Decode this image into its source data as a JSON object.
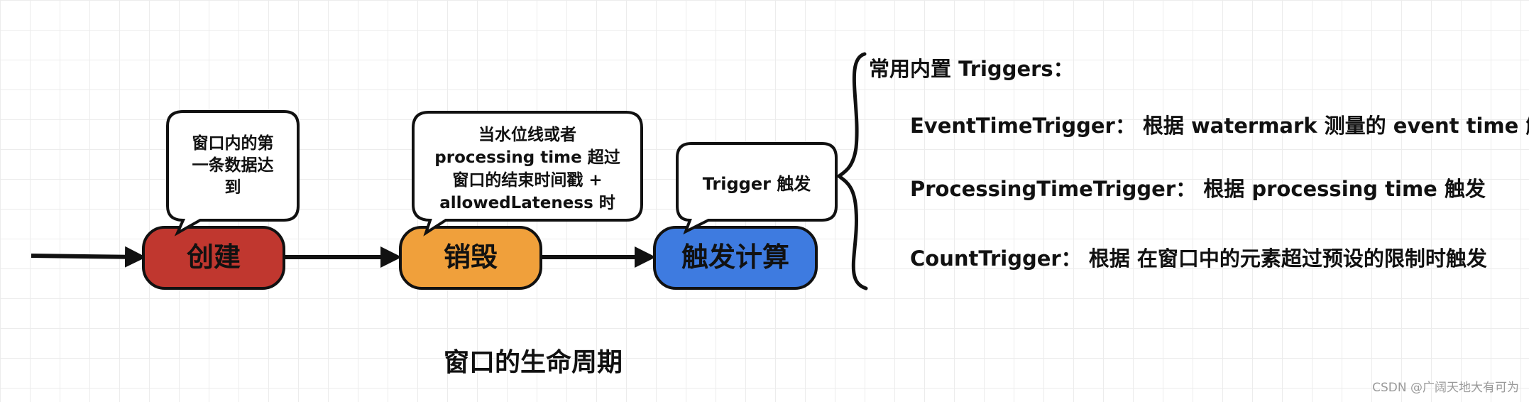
{
  "nodes": [
    {
      "id": "create",
      "label": "创建",
      "color": "#c0372f"
    },
    {
      "id": "destroy",
      "label": "销毁",
      "color": "#f0a03b"
    },
    {
      "id": "compute",
      "label": "触发计算",
      "color": "#3e7be0"
    }
  ],
  "bubbles": [
    {
      "lines": [
        "窗口内的第",
        "一条数据达",
        "到"
      ]
    },
    {
      "lines": [
        "当水位线或者",
        "processing time 超过",
        "窗口的结束时间戳 +",
        "allowedLateness 时"
      ]
    },
    {
      "lines": [
        "Trigger 触发"
      ]
    }
  ],
  "caption": "窗口的生命周期",
  "triggers": {
    "title": "常用内置 Triggers：",
    "items": [
      "EventTimeTrigger： 根据 watermark 测量的 event time 触发",
      "ProcessingTimeTrigger： 根据 processing time 触发",
      "CountTrigger： 根据 在窗口中的元素超过预设的限制时触发"
    ]
  },
  "watermark": "CSDN @广阔天地大有可为"
}
